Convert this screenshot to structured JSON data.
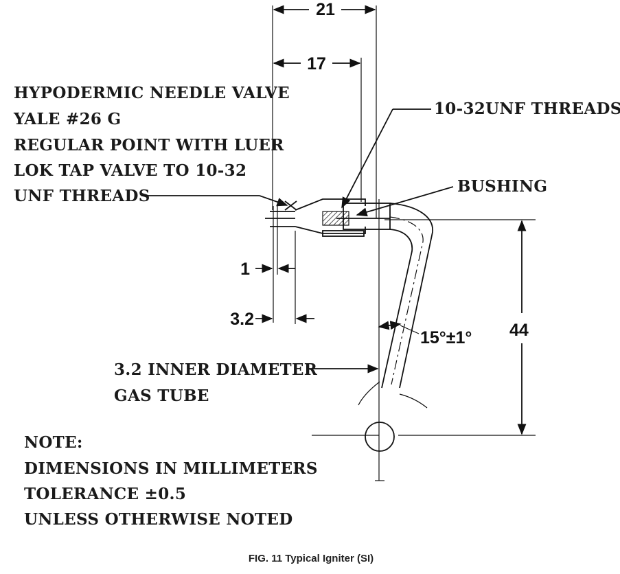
{
  "labels": {
    "needle_valve": [
      "HYPODERMIC NEEDLE VALVE",
      "YALE #26 G",
      "REGULAR POINT WITH LUER",
      "LOK TAP VALVE TO 10-32",
      "UNF THREADS"
    ],
    "threads": "10-32UNF THREADS",
    "bushing": "BUSHING",
    "gas_tube": [
      "3.2 INNER DIAMETER",
      "GAS TUBE"
    ],
    "note": [
      "NOTE:",
      "DIMENSIONS IN MILLIMETERS",
      "TOLERANCE ±0.5",
      "UNLESS OTHERWISE NOTED"
    ]
  },
  "dimensions": {
    "overall_width": "21",
    "inner_width": "17",
    "needle_tip": "1",
    "needle_offset": "3.2",
    "angle": "15°±1°",
    "height": "44"
  },
  "caption": "FIG. 11 Typical Igniter (SI)"
}
